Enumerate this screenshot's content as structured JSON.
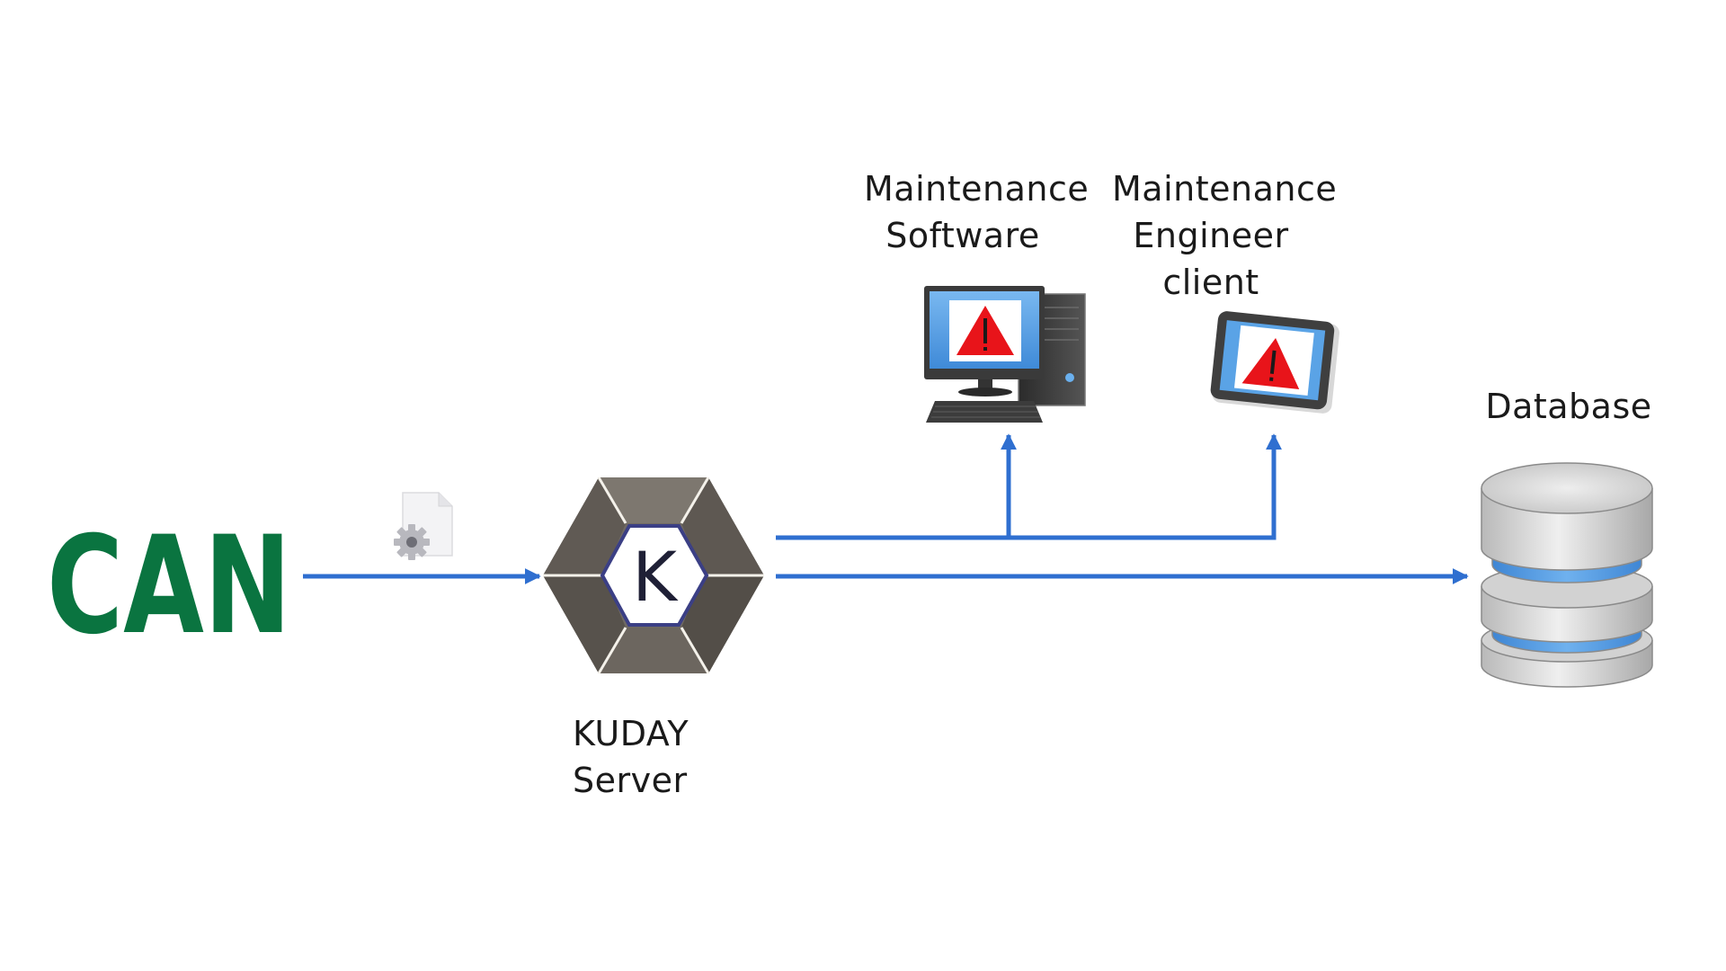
{
  "diagram": {
    "nodes": {
      "can": {
        "label": "CAN",
        "color": "#0a7440"
      },
      "kuday": {
        "lines": [
          "KUDAY",
          "Server"
        ],
        "logo_letter": "K"
      },
      "maintenance_software": {
        "lines": [
          "Maintenance",
          "Software"
        ]
      },
      "engineer_client": {
        "lines": [
          "Maintenance",
          "Engineer",
          "client"
        ]
      },
      "database": {
        "lines": [
          "Database"
        ]
      }
    },
    "edges": [
      {
        "from": "can",
        "to": "kuday",
        "payload_icon": "config-file-icon"
      },
      {
        "from": "kuday",
        "to": "maintenance_software"
      },
      {
        "from": "kuday",
        "to": "engineer_client"
      },
      {
        "from": "kuday",
        "to": "database"
      }
    ],
    "colors": {
      "arrow": "#2f6fd0",
      "alert": "#e8141a",
      "screen": "#5aa3e6",
      "db_band": "#4f9ae0"
    }
  }
}
